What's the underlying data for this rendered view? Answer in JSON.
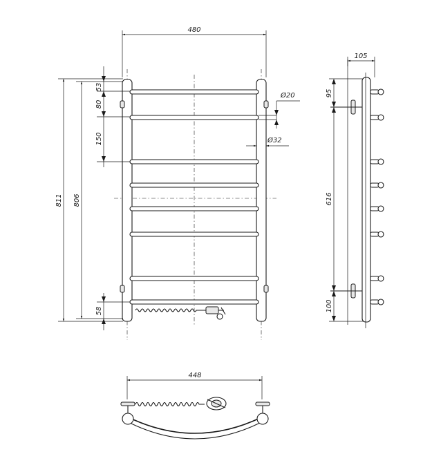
{
  "dimensions": {
    "front_width": "480",
    "overall_height": "811",
    "rail_height": "806",
    "top_offset": "53",
    "rung_gap_small": "80",
    "rung_gap_large": "150",
    "bottom_offset": "58",
    "rung_diameter": "Ø20",
    "post_diameter": "Ø32",
    "side_depth": "105",
    "side_top_offset": "95",
    "side_mount_spacing": "616",
    "side_bottom_offset": "100",
    "bottom_width": "448"
  }
}
